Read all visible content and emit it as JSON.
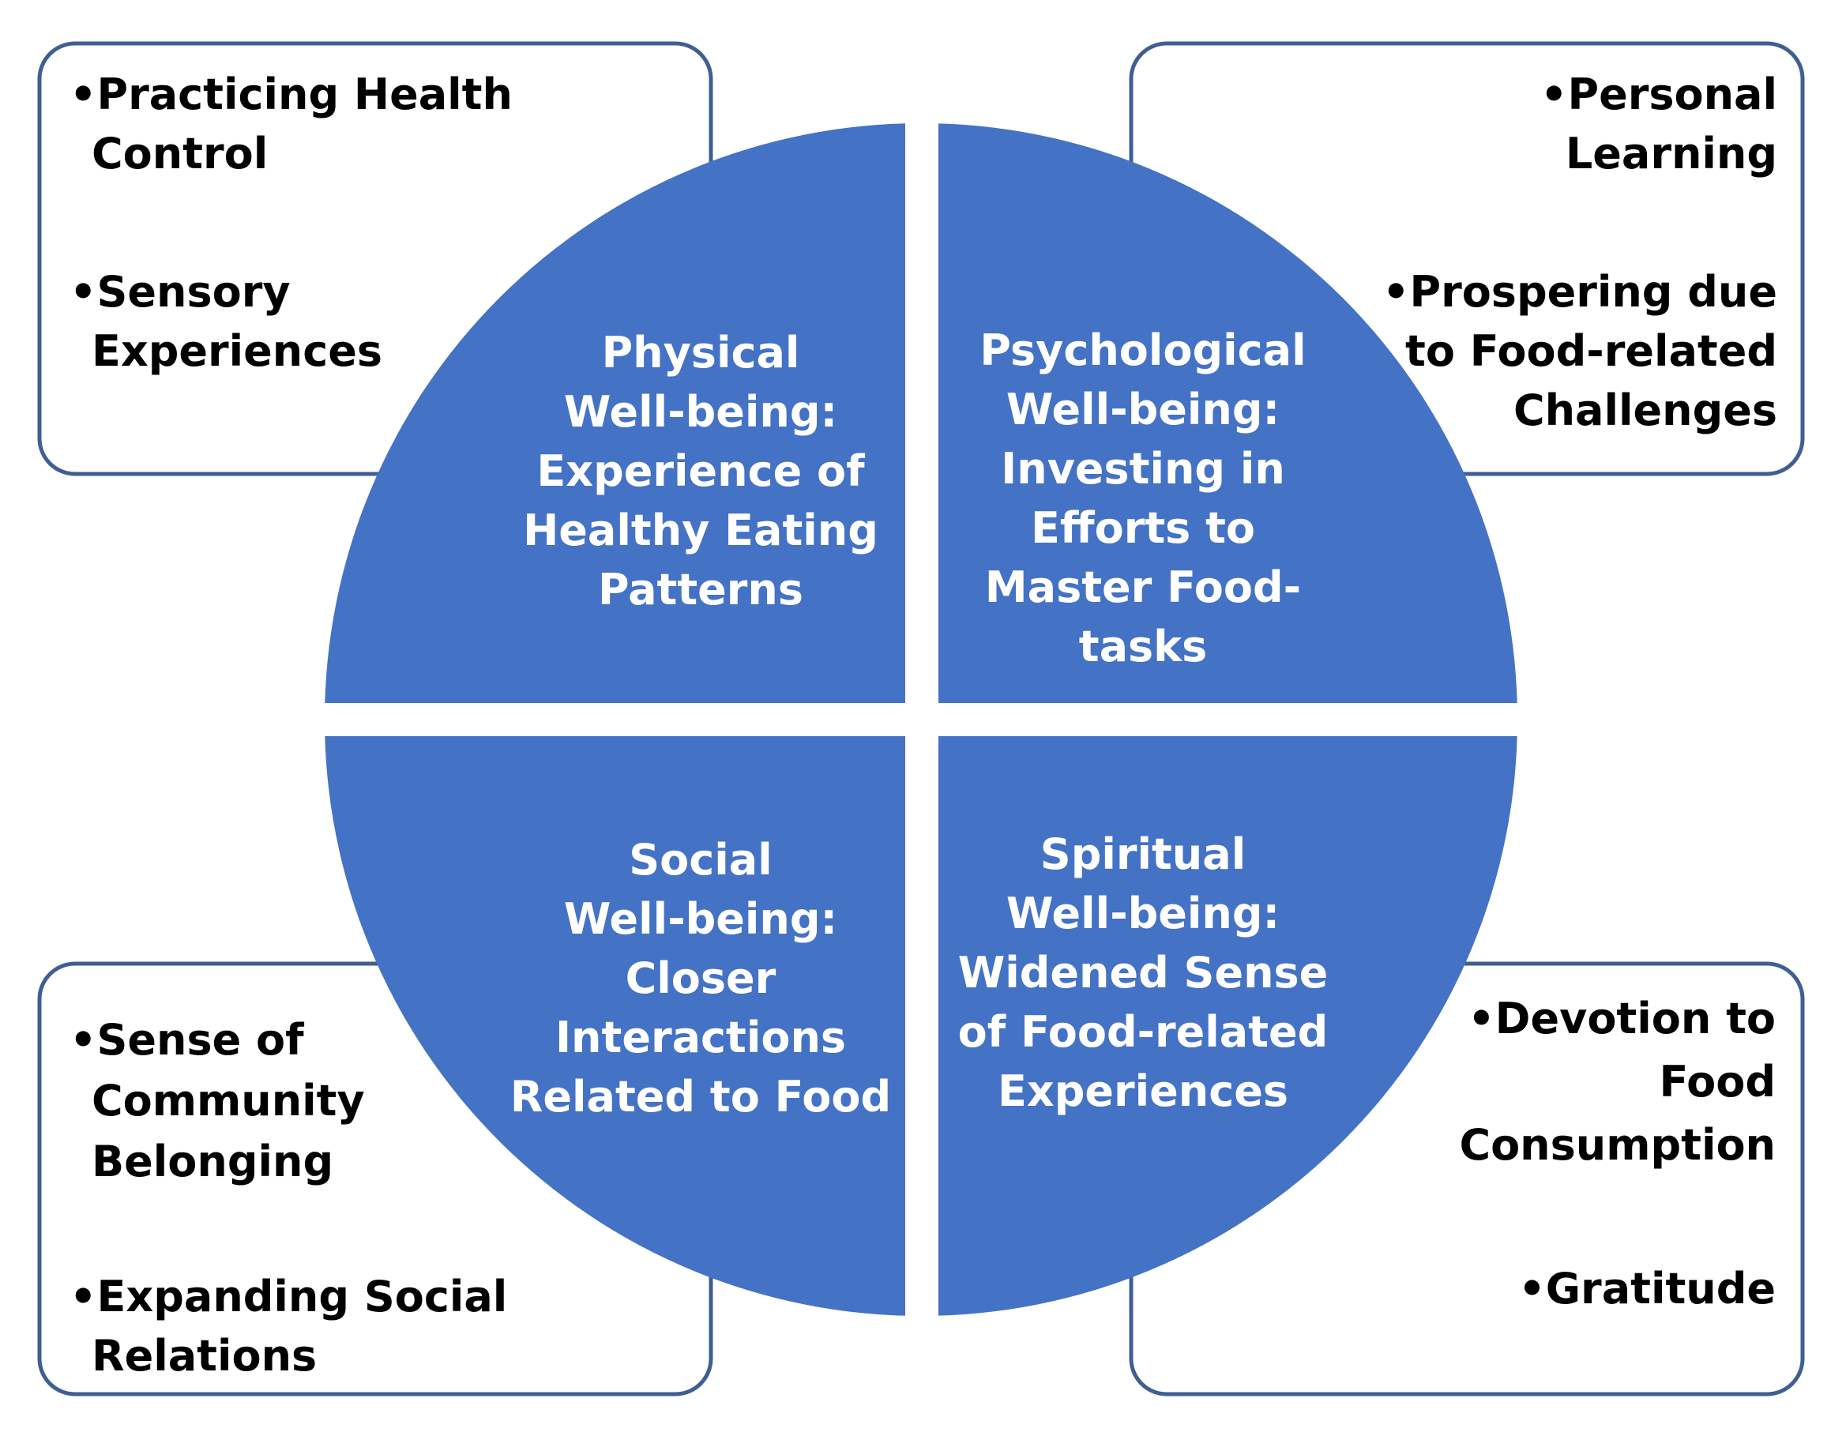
{
  "colors": {
    "quadrant_fill": "#4472c4",
    "box_border": "#3f5f93",
    "center_text": "#ffffff",
    "bullet_text": "#000000"
  },
  "quadrants": {
    "physical": {
      "title": [
        "Physical",
        "Well-being:",
        "Experience of",
        "Healthy Eating",
        "Patterns"
      ],
      "bullets": [
        {
          "lines": [
            "•Practicing Health",
            "Control"
          ]
        },
        {
          "lines": [
            "•Sensory",
            "Experiences"
          ]
        }
      ]
    },
    "psychological": {
      "title": [
        "Psychological",
        "Well-being:",
        "Investing in",
        "Efforts to",
        "Master Food-",
        "tasks"
      ],
      "bullets": [
        {
          "lines": [
            "•Personal",
            "Learning"
          ]
        },
        {
          "lines": [
            "•Prospering due",
            "to Food-related",
            "Challenges"
          ]
        }
      ]
    },
    "social": {
      "title": [
        "Social",
        "Well-being:",
        "Closer",
        "Interactions",
        "Related to Food"
      ],
      "bullets": [
        {
          "lines": [
            "•Sense of",
            "Community",
            "Belonging"
          ]
        },
        {
          "lines": [
            "•Expanding  Social",
            "Relations"
          ]
        }
      ]
    },
    "spiritual": {
      "title": [
        "Spiritual",
        "Well-being:",
        "Widened Sense",
        "of Food-related",
        "Experiences"
      ],
      "bullets": [
        {
          "lines": [
            "•Devotion to",
            "Food",
            "Consumption"
          ]
        },
        {
          "lines": [
            "•Gratitude"
          ]
        }
      ]
    }
  }
}
